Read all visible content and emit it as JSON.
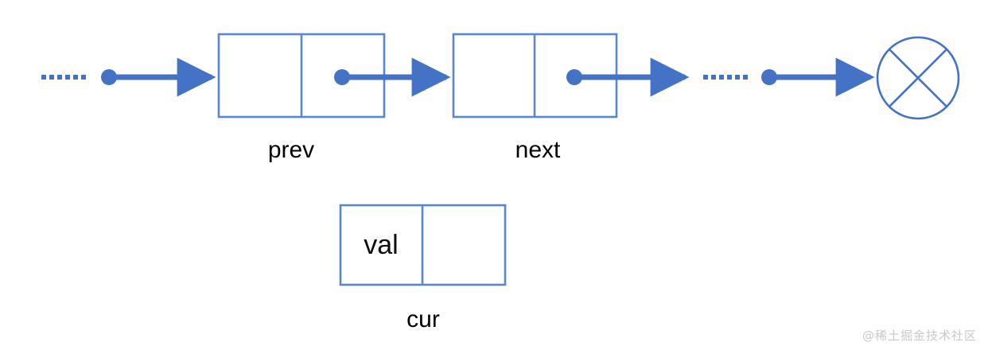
{
  "diagram": {
    "title": "linked-list-node-pointer-diagram",
    "colors": {
      "arrow": "#4472C4",
      "box_border": "#5B86CE",
      "box_fill": "#FFFFFF",
      "dot": "#4472C4",
      "text": "#000000",
      "watermark": "#C9C9C9",
      "background": "#FFFFFF"
    },
    "nodes": [
      {
        "id": "prev",
        "label": "prev",
        "cells": [
          {
            "text": ""
          },
          {
            "text": ""
          }
        ]
      },
      {
        "id": "next",
        "label": "next",
        "cells": [
          {
            "text": ""
          },
          {
            "text": ""
          }
        ]
      },
      {
        "id": "cur",
        "label": "cur",
        "cells": [
          {
            "text": "val"
          },
          {
            "text": ""
          }
        ]
      }
    ],
    "terminator": {
      "id": "null-terminator",
      "shape": "circle-with-x",
      "label": ""
    },
    "ellipses": [
      {
        "id": "ellipsis-left",
        "dots": 6
      },
      {
        "id": "ellipsis-right",
        "dots": 6
      }
    ],
    "arrows": [
      {
        "id": "arrow-into-prev",
        "from": "ellipsis-left",
        "to": "prev"
      },
      {
        "id": "arrow-prev-to-next",
        "from": "prev",
        "to": "next"
      },
      {
        "id": "arrow-next-to-ellipsis",
        "from": "next",
        "to": "ellipsis-right"
      },
      {
        "id": "arrow-to-null",
        "from": "ellipsis-right",
        "to": "null-terminator"
      }
    ]
  },
  "watermark": {
    "text": "@稀土掘金技术社区"
  }
}
